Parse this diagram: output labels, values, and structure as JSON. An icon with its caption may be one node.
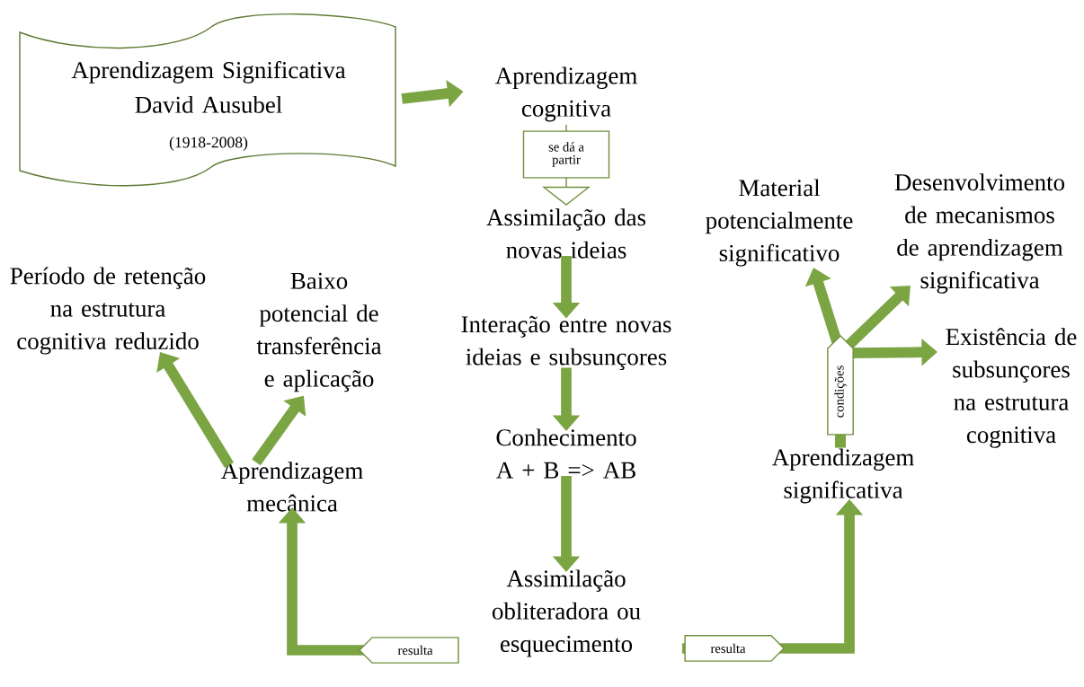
{
  "diagram": {
    "nodes": [
      {
        "text": [
          "Aprendizagem Significativa",
          "David Ausubel",
          "(1918-2008)"
        ]
      },
      {
        "text": [
          "Aprendizagem cognitiva"
        ]
      },
      {
        "text": [
          "Assimilação das novas ideias"
        ]
      },
      {
        "text": [
          "Interação entre novas ideias e subsunçores"
        ]
      },
      {
        "text": [
          "Conhecimento A + B => AB"
        ]
      },
      {
        "text": [
          "Assimilação obliteradora ou esquecimento"
        ]
      },
      {
        "text": [
          "Aprendizagem mecânica"
        ]
      },
      {
        "text": [
          "Período de retenção na estrutura cognitiva reduzido"
        ]
      },
      {
        "text": [
          "Baixo potencial de transferência e aplicação"
        ]
      },
      {
        "text": [
          "Aprendizagem significativa"
        ]
      },
      {
        "text": [
          "Material potencialmente significativo"
        ]
      },
      {
        "text": [
          "Desenvolvimento de mecanismos de aprendizagem significativa"
        ]
      },
      {
        "text": [
          "Existência de subsunçores na estrutura cognitiva"
        ]
      }
    ],
    "edges": [
      {
        "from": 0,
        "to": 1,
        "arrow": "to"
      },
      {
        "from": 1,
        "to": 2,
        "arrow": "to",
        "label": "se dá a partir"
      },
      {
        "from": 2,
        "to": 3,
        "arrow": "to"
      },
      {
        "from": 3,
        "to": 4,
        "arrow": "to"
      },
      {
        "from": 4,
        "to": 5,
        "arrow": "to"
      },
      {
        "from": 5,
        "to": 6,
        "arrow": "to",
        "label": "resulta"
      },
      {
        "from": 5,
        "to": 9,
        "arrow": "to",
        "label": "resulta"
      },
      {
        "from": 6,
        "to": 7,
        "arrow": "to"
      },
      {
        "from": 6,
        "to": 8,
        "arrow": "to"
      },
      {
        "from": 9,
        "to": 10,
        "arrow": "to"
      },
      {
        "from": 9,
        "to": 11,
        "arrow": "to",
        "label": "condições"
      },
      {
        "from": 9,
        "to": 12,
        "arrow": "to"
      }
    ]
  }
}
